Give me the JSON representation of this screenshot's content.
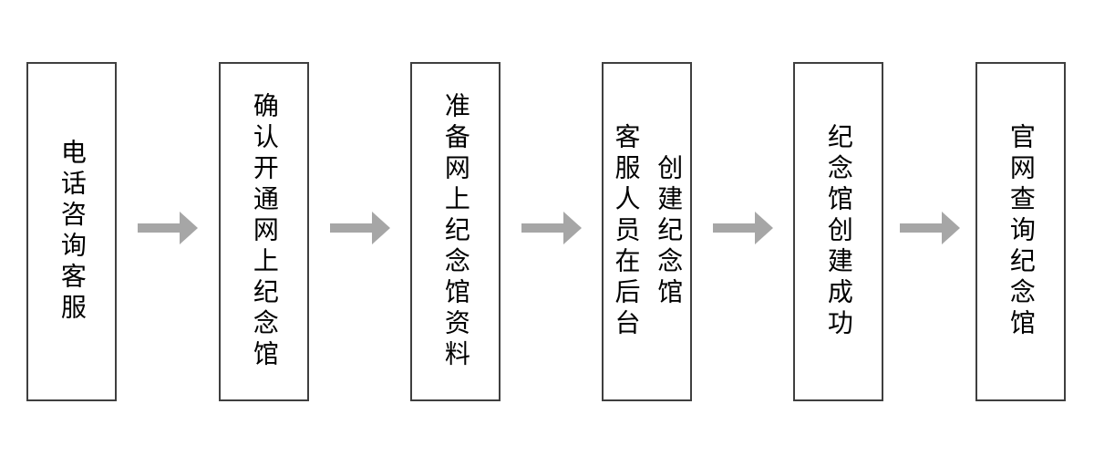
{
  "flow": {
    "steps": [
      {
        "label": "电话咨询客服",
        "lines": [
          "电话咨询客服"
        ]
      },
      {
        "label": "确认开通网上纪念馆",
        "lines": [
          "确认开通网上纪念馆"
        ]
      },
      {
        "label": "准备网上纪念馆资料",
        "lines": [
          "准备网上纪念馆资料"
        ]
      },
      {
        "label": "客服人员在后台创建纪念馆",
        "lines": [
          "客服人员在后台",
          "创建纪念馆"
        ]
      },
      {
        "label": "纪念馆创建成功",
        "lines": [
          "纪念馆创建成功"
        ]
      },
      {
        "label": "官网查询纪念馆",
        "lines": [
          "官网查询纪念馆"
        ]
      }
    ],
    "connectors": {
      "icon": "arrow-right",
      "count": 5
    },
    "colors": {
      "box_border": "#3f3f3f",
      "box_fill": "#ffffff",
      "arrow_fill": "#a6a6a6",
      "text": "#000000",
      "background": "#ffffff"
    }
  }
}
